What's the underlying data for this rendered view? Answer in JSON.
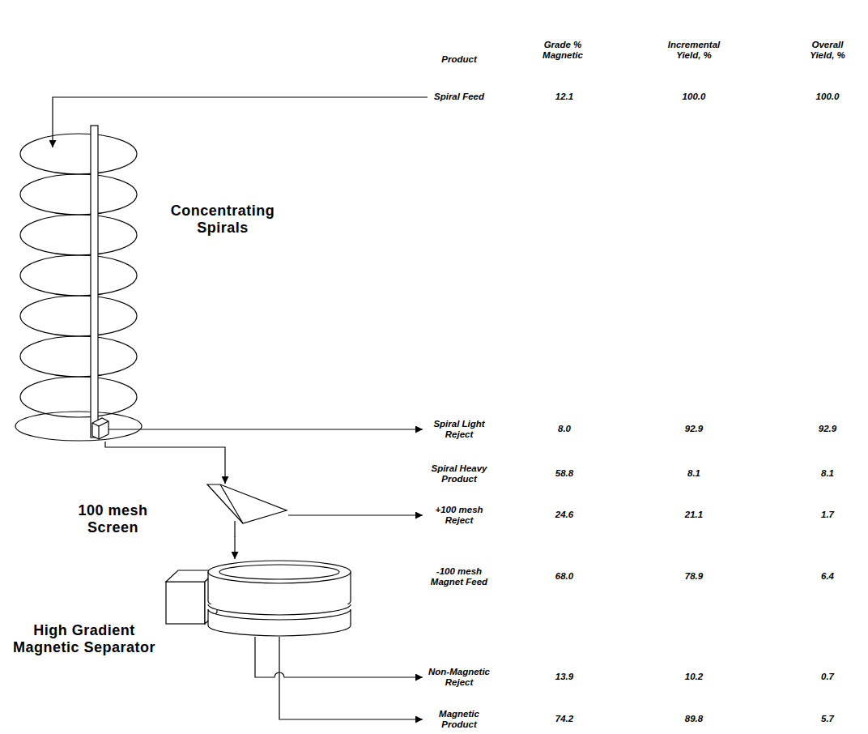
{
  "diagram": {
    "nodes": [
      {
        "text": [
          "Concentrating Spirals"
        ]
      },
      {
        "text": [
          "100 mesh Screen"
        ]
      },
      {
        "text": [
          "High Gradient Magnetic Separator"
        ]
      }
    ],
    "edges": [
      {
        "from": 0,
        "to": 1,
        "arrow": "to"
      },
      {
        "from": 1,
        "to": 2,
        "arrow": "to"
      }
    ],
    "labels": [
      "Product",
      "Grade % Magnetic",
      "Incremental Yield, %",
      "Overall Yield, %",
      "Spiral Feed",
      "12.1",
      "100.0",
      "100.0",
      "Spiral Light Reject",
      "8.0",
      "92.9",
      "92.9",
      "Spiral Heavy Product",
      "58.8",
      "8.1",
      "8.1",
      "+100 mesh Reject",
      "24.6",
      "21.1",
      "1.7",
      "-100 mesh Magnet Feed",
      "68.0",
      "78.9",
      "6.4",
      "Non-Magnetic Reject",
      "13.9",
      "10.2",
      "0.7",
      "Magnetic Product",
      "74.2",
      "89.8",
      "5.7"
    ]
  }
}
